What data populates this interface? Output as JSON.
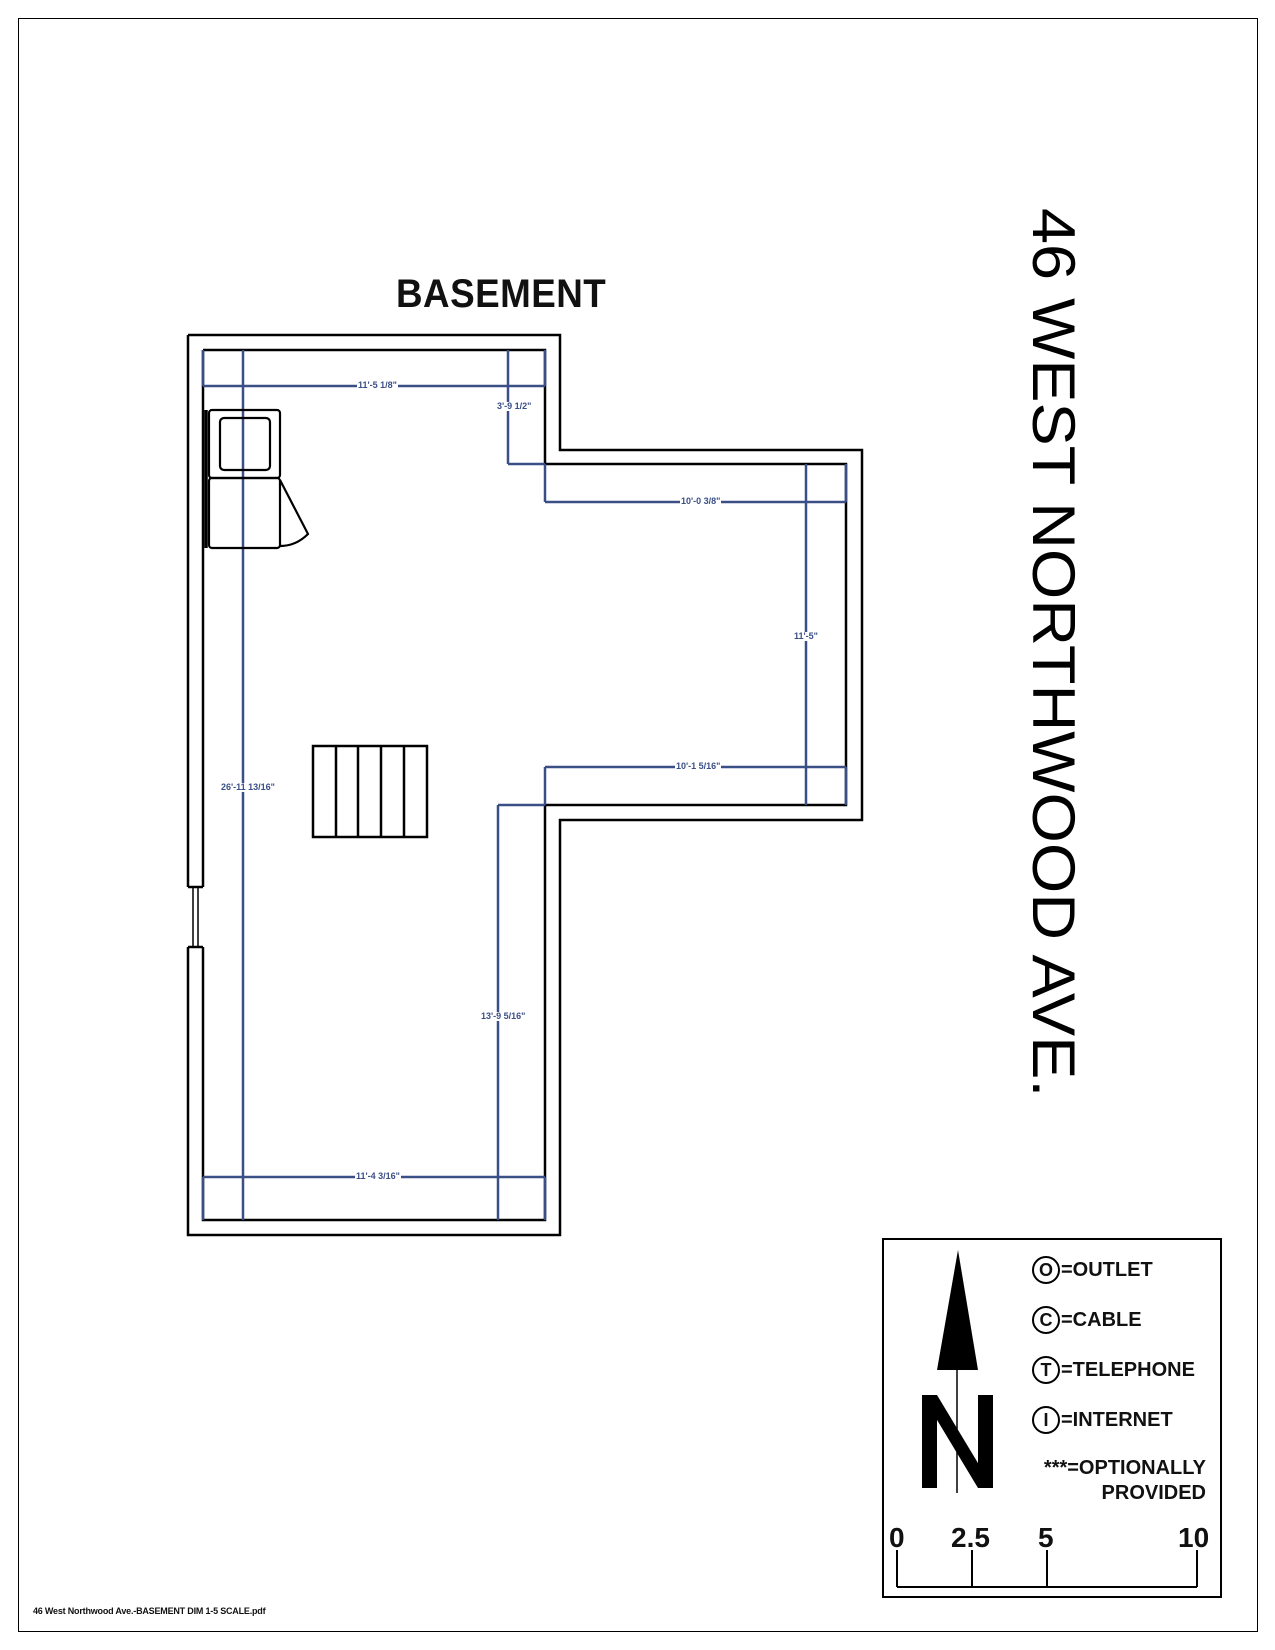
{
  "plan": {
    "title": "BASEMENT",
    "address": "46 WEST NORTHWOOD AVE.",
    "line_color": "#3b4f87",
    "wall_color": "#000000",
    "dimensions": {
      "top_width": "11'-5 1/8\"",
      "top_notch": "3'-9 1/2\"",
      "east_top": "10'-0 3/8\"",
      "east_height": "11'-5\"",
      "east_bottom": "10'-1 5/16\"",
      "overall_height": "26'-11 13/16\"",
      "lower_right_height": "13'-9 5/16\"",
      "bottom_width": "11'-4 3/16\""
    },
    "fixtures": [
      "washer-dryer-stack",
      "staircase"
    ]
  },
  "legend": {
    "items": [
      {
        "symbol": "O",
        "label": "=OUTLET"
      },
      {
        "symbol": "C",
        "label": "=CABLE"
      },
      {
        "symbol": "T",
        "label": "=TELEPHONE"
      },
      {
        "symbol": "I",
        "label": "=INTERNET"
      }
    ],
    "note_line1": "***=OPTIONALLY",
    "note_line2": "PROVIDED",
    "north_label": "N",
    "scale_ticks": [
      "0",
      "2.5",
      "5",
      "10"
    ]
  },
  "footer": {
    "filename": "46 West Northwood Ave.-BASEMENT DIM 1-5 SCALE.pdf"
  }
}
